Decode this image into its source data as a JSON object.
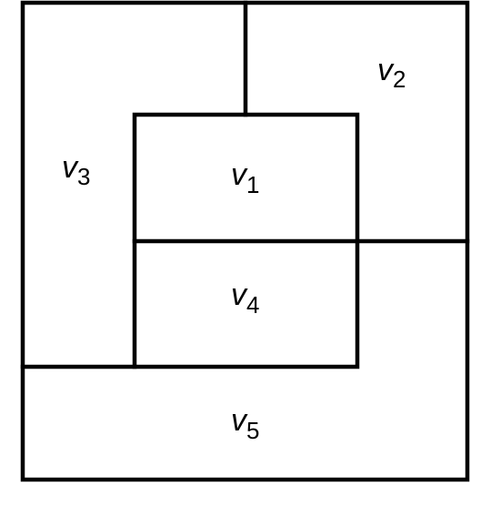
{
  "diagram": {
    "regions": [
      {
        "id": "v1",
        "letter": "v",
        "index": "1"
      },
      {
        "id": "v2",
        "letter": "v",
        "index": "2"
      },
      {
        "id": "v3",
        "letter": "v",
        "index": "3"
      },
      {
        "id": "v4",
        "letter": "v",
        "index": "4"
      },
      {
        "id": "v5",
        "letter": "v",
        "index": "5"
      }
    ],
    "colors": {
      "line": "#000000",
      "background": "#ffffff"
    }
  }
}
